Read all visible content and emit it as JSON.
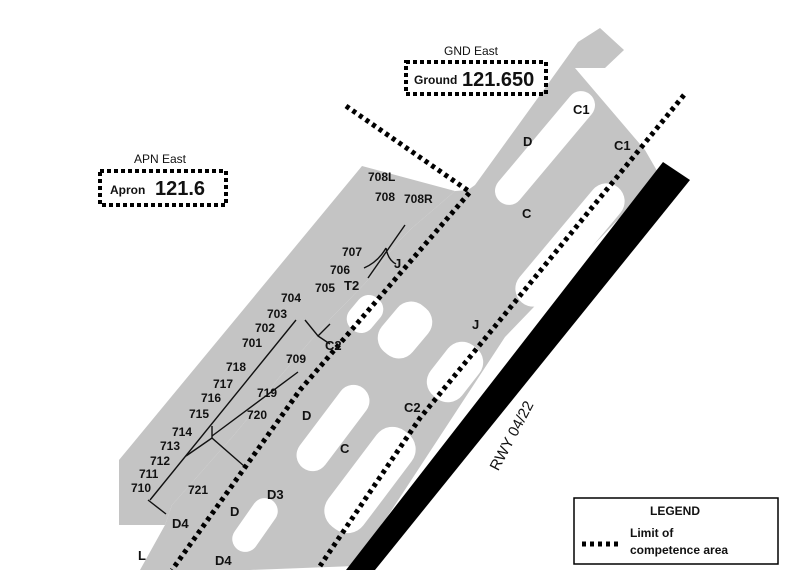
{
  "colors": {
    "paved": "#c4c4c4",
    "background": "#ffffff",
    "runway": "#000000",
    "text": "#111111"
  },
  "frequencies": {
    "apron": {
      "name": "APN East",
      "kind": "Apron",
      "mhz": "121.6"
    },
    "ground": {
      "name": "GND East",
      "kind": "Ground",
      "mhz": "121.650"
    }
  },
  "runway": {
    "label": "RWY 04/22"
  },
  "stands": {
    "s708L": "708L",
    "s708": "708",
    "s708R": "708R",
    "s707": "707",
    "s706": "706",
    "s705": "705",
    "s704": "704",
    "s703": "703",
    "s702": "702",
    "s701": "701",
    "s709": "709",
    "s718": "718",
    "s717": "717",
    "s716": "716",
    "s715": "715",
    "s714": "714",
    "s713": "713",
    "s712": "712",
    "s711": "711",
    "s710": "710",
    "s719": "719",
    "s720": "720",
    "s721": "721"
  },
  "taxiways": {
    "c1_a": "C1",
    "c1_b": "C1",
    "d_a": "D",
    "c_a": "C",
    "j_a": "J",
    "t2": "T2",
    "c2_a": "C2",
    "j_b": "J",
    "c2_b": "C2",
    "d_b": "D",
    "c_b": "C",
    "d3": "D3",
    "d4_a": "D4",
    "d_c": "D",
    "d4_b": "D4",
    "l": "L"
  },
  "legend": {
    "title": "LEGEND",
    "line1": "Limit of",
    "line2": "competence area"
  }
}
